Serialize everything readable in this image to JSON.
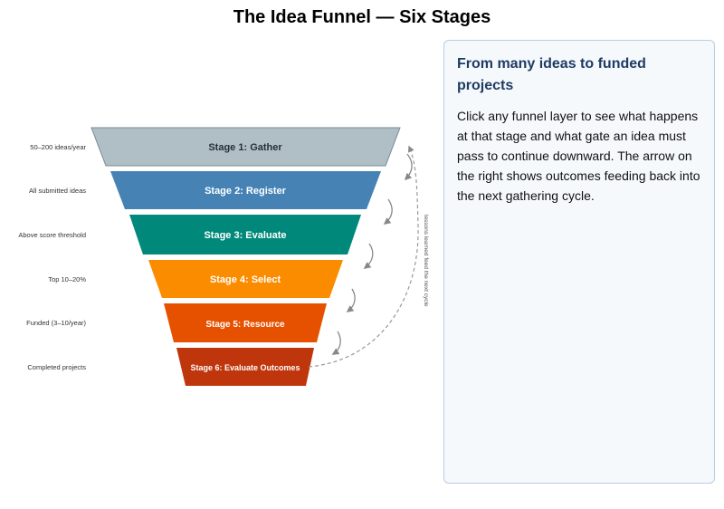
{
  "title": "The Idea Funnel — Six Stages",
  "stages": [
    {
      "label": "Stage 1: Gather",
      "side_label": "50–200 ideas/year",
      "color": "#b0bec5",
      "text_color": "#263238"
    },
    {
      "label": "Stage 2: Register",
      "side_label": "All submitted ideas",
      "color": "#4682b4",
      "text_color": "#ffffff"
    },
    {
      "label": "Stage 3: Evaluate",
      "side_label": "Above score threshold",
      "color": "#00897b",
      "text_color": "#ffffff"
    },
    {
      "label": "Stage 4: Select",
      "side_label": "Top 10–20%",
      "color": "#fb8c00",
      "text_color": "#ffffff"
    },
    {
      "label": "Stage 5: Resource",
      "side_label": "Funded (3–10/year)",
      "color": "#e65100",
      "text_color": "#ffffff"
    },
    {
      "label": "Stage 6: Evaluate Outcomes",
      "side_label": "Completed projects",
      "color": "#bf360c",
      "text_color": "#ffffff"
    }
  ],
  "feedback_label": "lessons learned feed the next cycle",
  "info": {
    "title": "From many ideas to funded projects",
    "text": "Click any funnel layer to see what happens at that stage and what gate an idea must pass to continue downward. The arrow on the right shows outcomes feeding back into the next gathering cycle."
  }
}
